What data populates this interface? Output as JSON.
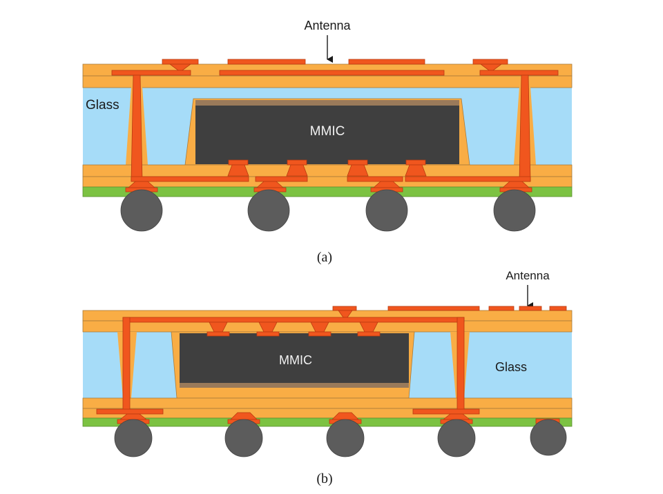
{
  "colors": {
    "laminate": "#f9ad45",
    "laminate_stroke": "#a87a3a",
    "glass": "#a6dcf8",
    "copper": "#f0561e",
    "copper_stroke": "#b83a0e",
    "die": "#3f3f3f",
    "die_top": "#9a7a5a",
    "solder_mask": "#7cc242",
    "solder_ball": "#5c5c5c"
  },
  "figure_a": {
    "antenna_label": "Antenna",
    "glass_label": "Glass",
    "chip_label": "MMIC",
    "caption": "(a)"
  },
  "figure_b": {
    "antenna_label": "Antenna",
    "glass_label": "Glass",
    "chip_label": "MMIC",
    "caption": "(b)"
  }
}
